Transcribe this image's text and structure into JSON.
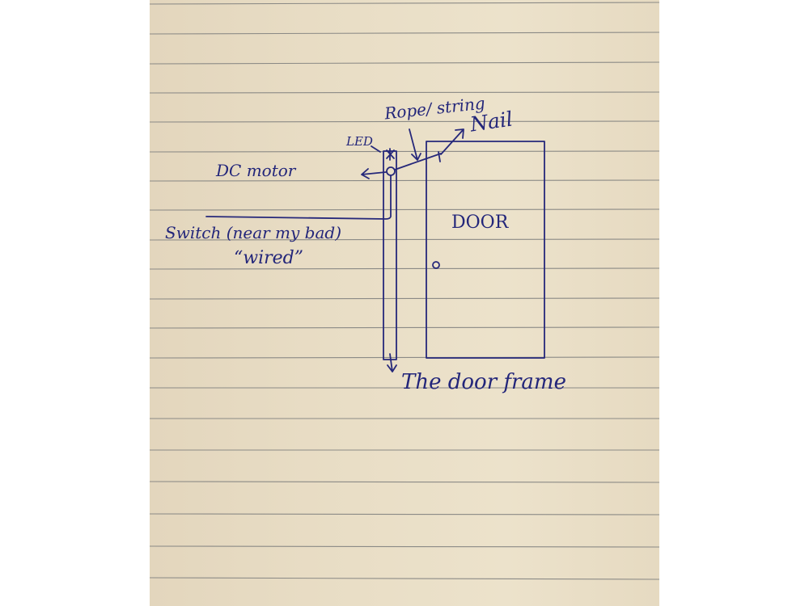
{
  "labels": {
    "led": "LED",
    "rope": "Rope/ string",
    "nail": "Nail",
    "motor": "DC motor",
    "door": "DOOR",
    "switch": "Switch (near my bad)",
    "wired": "“wired”",
    "frame": "The door frame"
  },
  "colors": {
    "paper": "#ebe0c8",
    "ink": "#26287a",
    "rule": "#8b8a86"
  }
}
